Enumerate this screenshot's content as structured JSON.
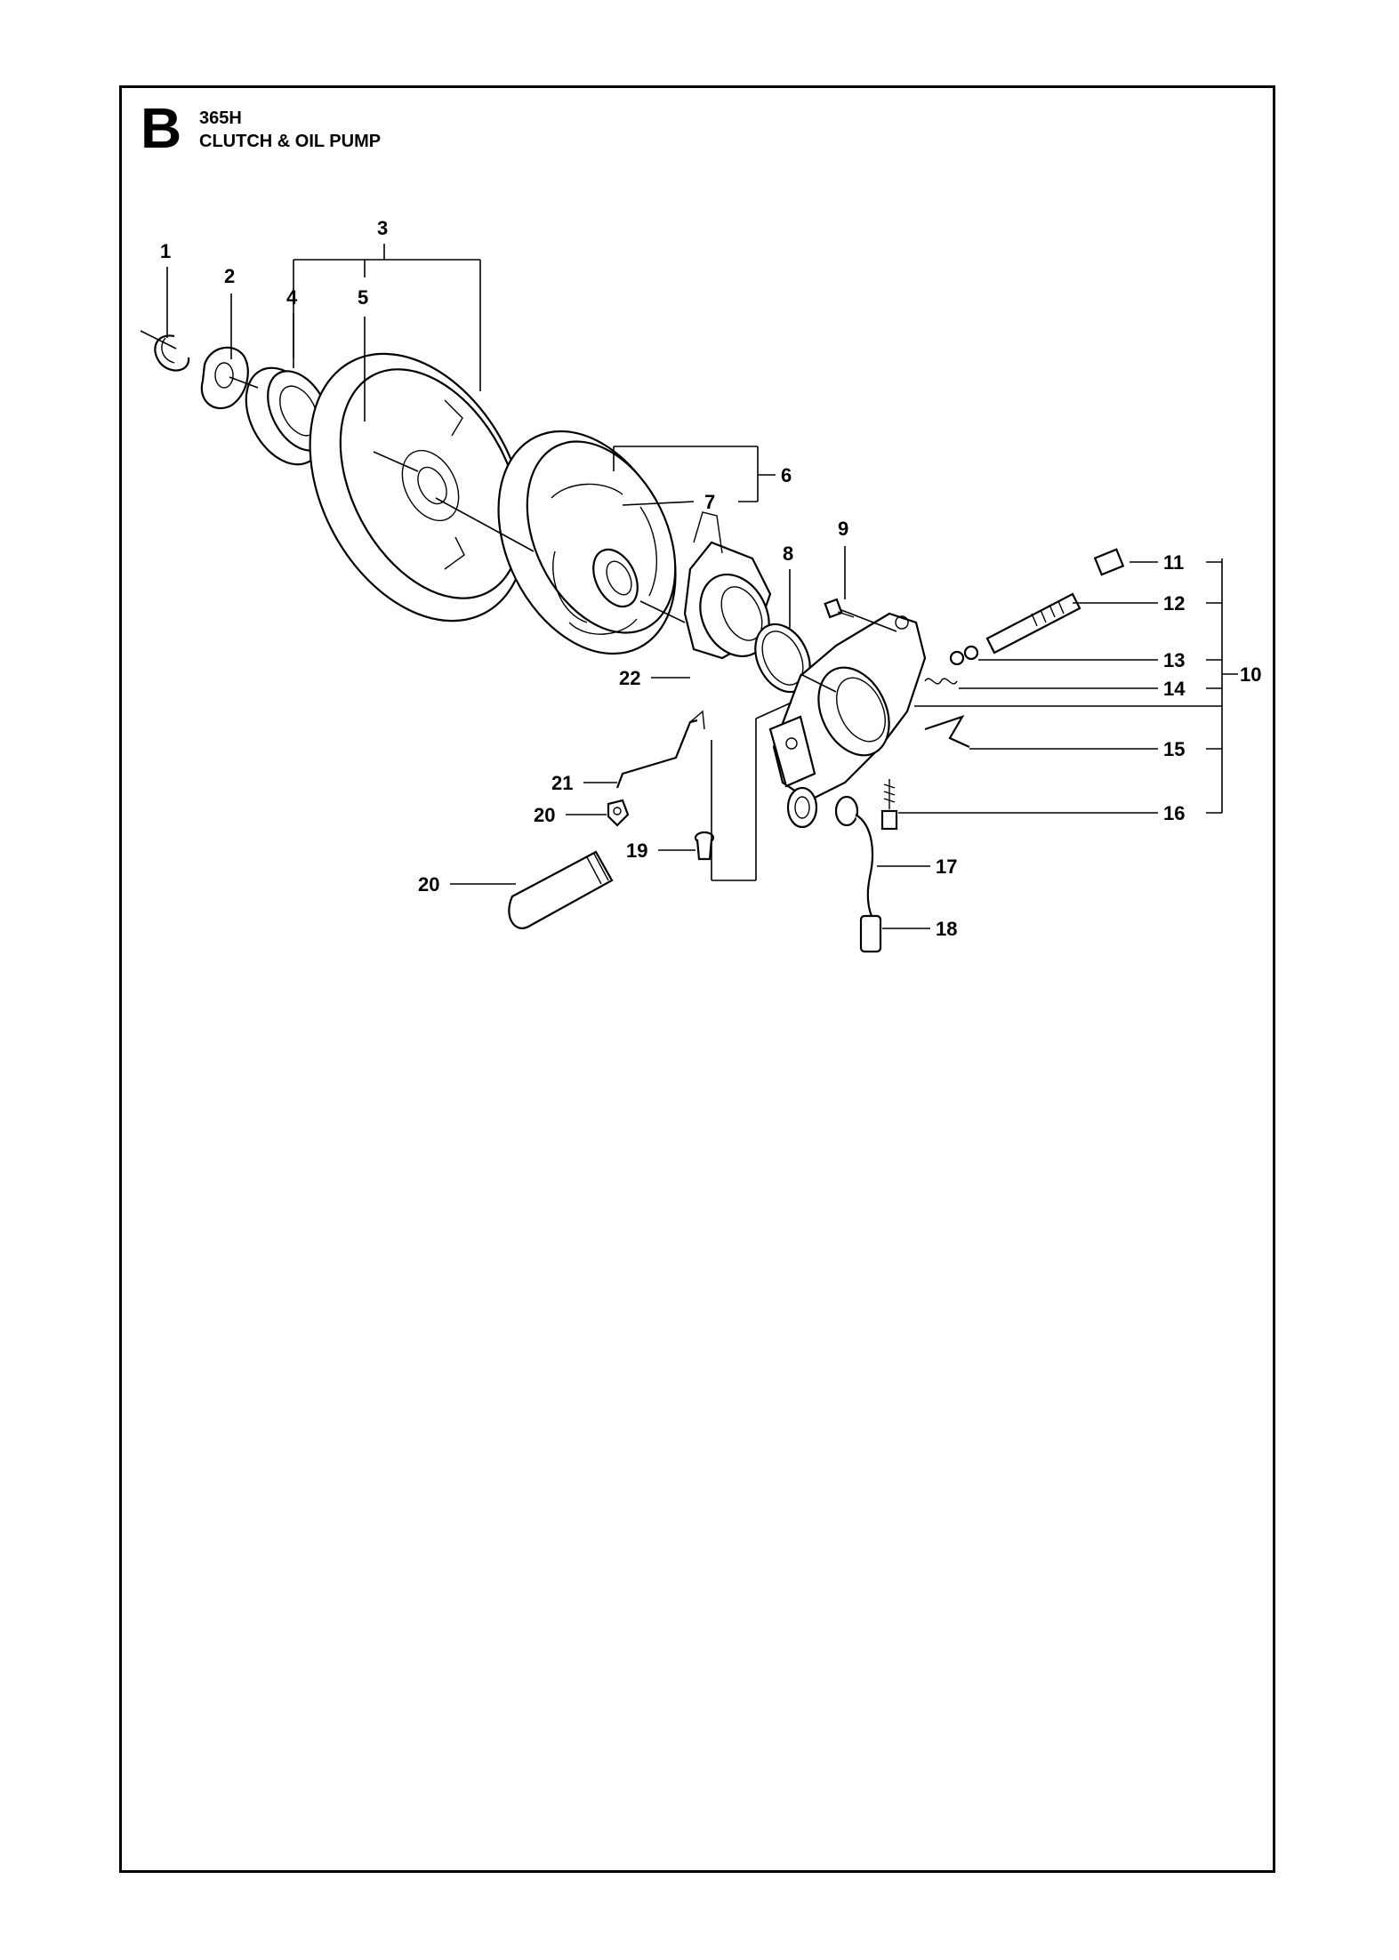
{
  "header": {
    "section_letter": "B",
    "model": "365H",
    "title": "CLUTCH & OIL PUMP"
  },
  "callouts": {
    "c1": "1",
    "c2": "2",
    "c3": "3",
    "c4": "4",
    "c5": "5",
    "c6": "6",
    "c7": "7",
    "c8": "8",
    "c9": "9",
    "c10": "10",
    "c11": "11",
    "c12": "12",
    "c13": "13",
    "c14": "14",
    "c15": "15",
    "c16": "16",
    "c17": "17",
    "c18": "18",
    "c19": "19",
    "c20a": "20",
    "c20b": "20",
    "c21": "21",
    "c22": "22"
  }
}
